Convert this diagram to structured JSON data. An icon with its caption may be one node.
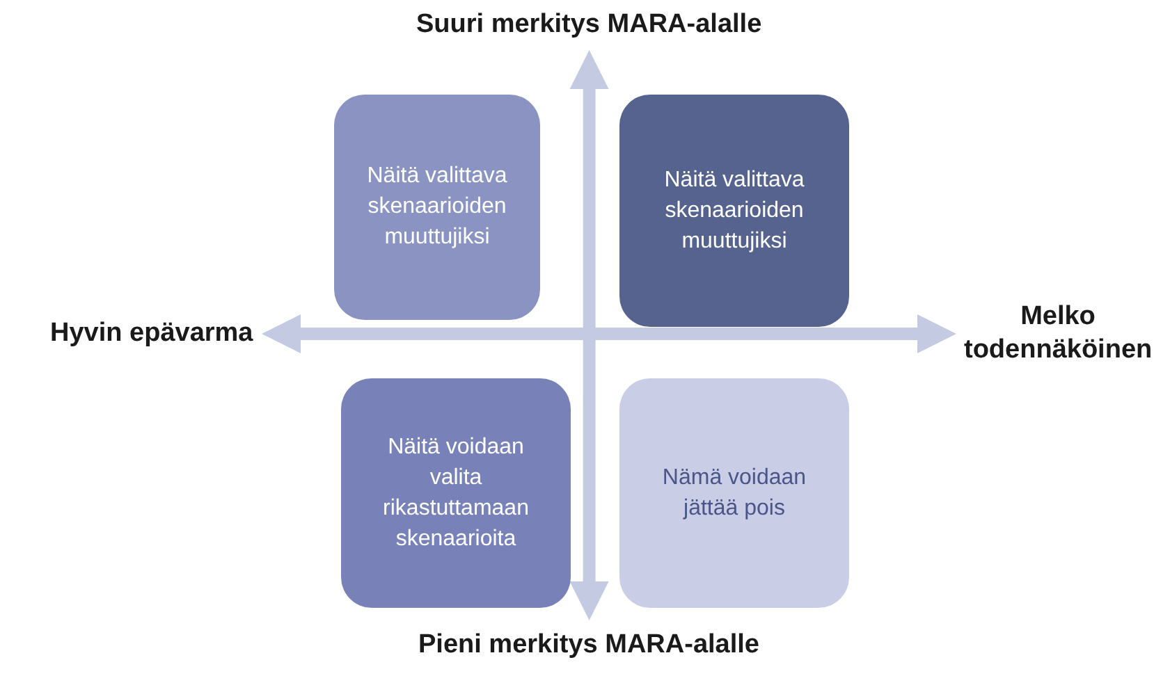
{
  "diagram": {
    "nodes": [
      {
        "text": [
          "Suuri merkitys MARA-alalle"
        ]
      },
      {
        "text": [
          "Näitä valittava skenaarioiden muuttujiksi"
        ]
      },
      {
        "text": [
          "Näitä valittava skenaarioiden muuttujiksi"
        ]
      },
      {
        "text": [
          "Hyvin epävarma"
        ]
      },
      {
        "text": [
          "Melko todennäköinen"
        ]
      },
      {
        "text": [
          "Näitä voidaan valita rikastuttamaan skenaarioita"
        ]
      },
      {
        "text": [
          "Nämä voidaan jättää pois"
        ]
      },
      {
        "text": [
          "Pieni merkitys MARA-alalle"
        ]
      }
    ],
    "edges": [
      {
        "from": 0,
        "to": 7,
        "arrow": "both"
      },
      {
        "from": 3,
        "to": 4,
        "arrow": "both"
      }
    ]
  }
}
